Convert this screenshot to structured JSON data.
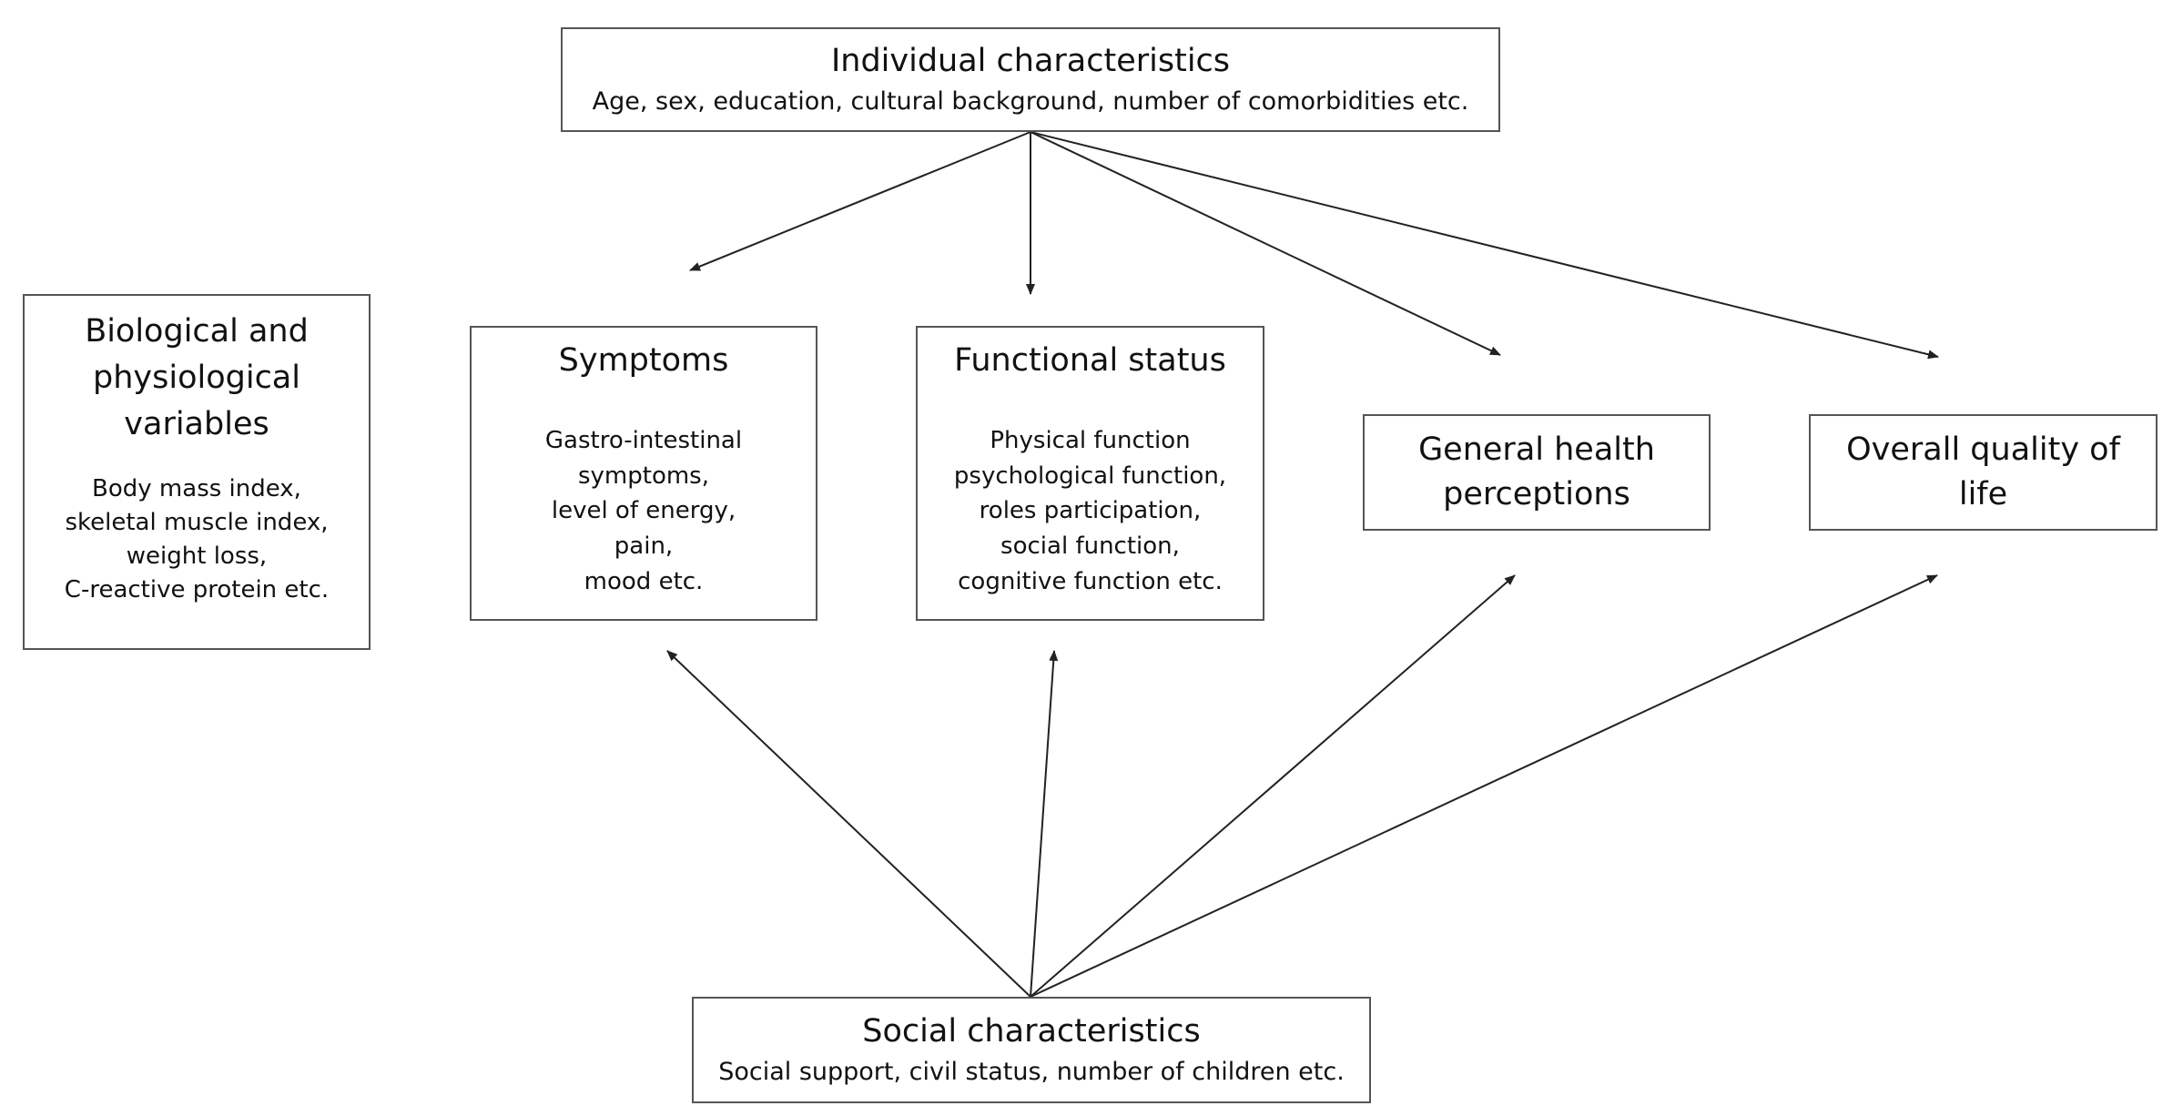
{
  "individual": {
    "title": "Individual characteristics",
    "subtitle": "Age, sex, education, cultural background, number of comorbidities etc."
  },
  "biological": {
    "title_lines": [
      "Biological and",
      "physiological",
      "variables"
    ],
    "items": [
      "Body mass index,",
      "skeletal muscle index,",
      "weight loss,",
      "C-reactive protein etc."
    ]
  },
  "symptoms": {
    "title": "Symptoms",
    "items": [
      "Gastro-intestinal",
      "symptoms,",
      "level of energy,",
      "pain,",
      "mood etc."
    ]
  },
  "functional": {
    "title": "Functional status",
    "items": [
      "Physical function",
      "psychological function,",
      "roles participation,",
      "social function,",
      "cognitive function etc."
    ]
  },
  "general_health": {
    "title_lines": [
      "General health",
      "perceptions"
    ]
  },
  "overall_qol": {
    "title_lines": [
      "Overall quality of",
      "life"
    ]
  },
  "social": {
    "title": "Social characteristics",
    "subtitle": "Social support, civil status, number of children etc."
  },
  "arrow_color": "#222222"
}
